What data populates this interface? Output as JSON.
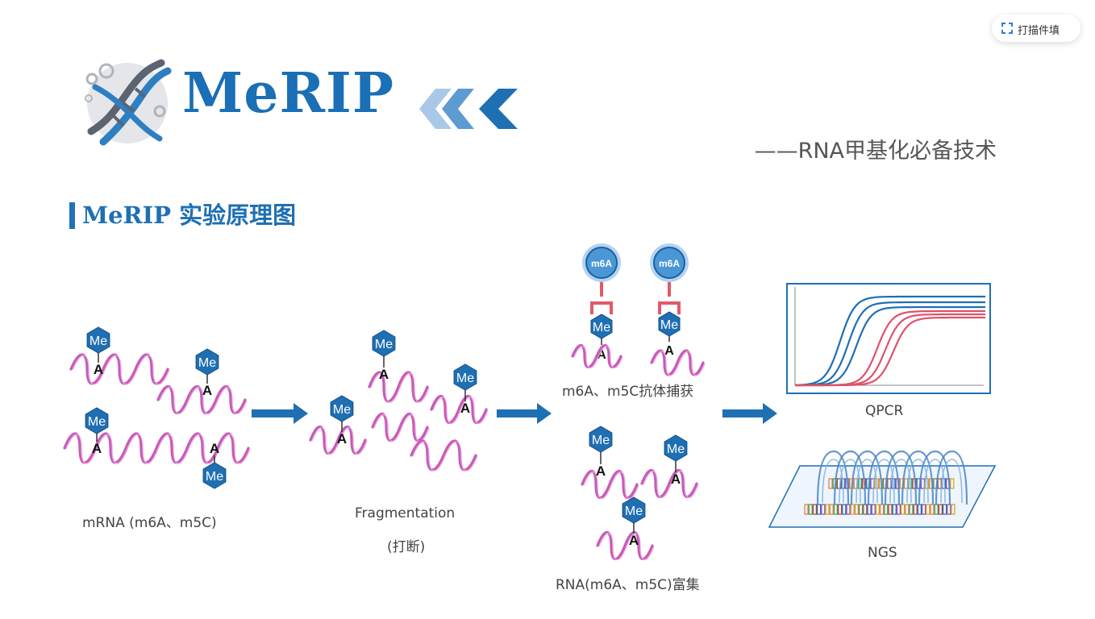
{
  "header": {
    "title": "MeRIP",
    "subtitle": "——RNA甲基化必备技术"
  },
  "section": {
    "title_latin": "MeRIP",
    "title_cn": "实验原理图"
  },
  "floating_button": {
    "label": "打描件填"
  },
  "diagram": {
    "labels": {
      "mrna": "mRNA (m6A、m5C)",
      "fragmentation": "Fragmentation",
      "fragmentation_cn": "(打断)",
      "capture": "m6A、m5C抗体捕获",
      "enrichment": "RNA(m6A、m5C)富集",
      "qpcr": "QPCR",
      "ngs": "NGS"
    },
    "marker_me": "Me",
    "marker_a": "A",
    "antibody_label": "m6A",
    "colors": {
      "blue": "#1f6fb3",
      "rna": "#c85ab8",
      "antibody": "#e05a6a",
      "qpcr_red": "#e0506a"
    }
  }
}
